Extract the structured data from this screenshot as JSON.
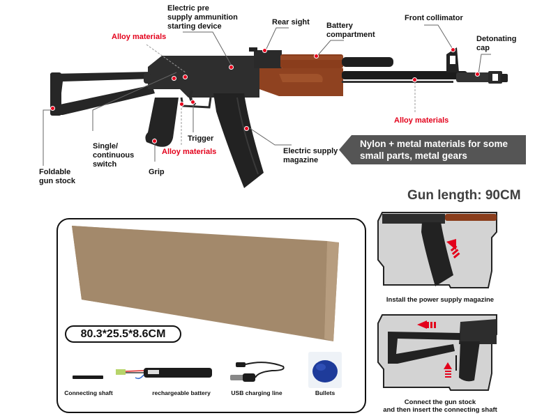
{
  "gun_diagram": {
    "labels": {
      "electric_pre_supply": [
        "Electric pre",
        "supply ammunition",
        "starting device"
      ],
      "rear_sight": "Rear sight",
      "battery_compartment": [
        "Battery",
        "compartment"
      ],
      "front_collimator": "Front collimator",
      "detonating_cap": [
        "Detonating",
        "cap"
      ],
      "alloy_materials_top": "Alloy materials",
      "alloy_materials_barrel": "Alloy materials",
      "alloy_materials_trigger": "Alloy materials",
      "trigger": "Trigger",
      "single_continuous_switch": [
        "Single/",
        "continuous",
        "switch"
      ],
      "foldable_gun_stock": [
        "Foldable",
        "gun stock"
      ],
      "grip": "Grip",
      "electric_supply_magazine": [
        "Electric supply",
        "magazine"
      ]
    },
    "colors": {
      "label_text": "#111111",
      "alloy_text": "#e3001b",
      "marker_dot": "#e8001c",
      "gun_metal": "#2b2b2b",
      "wood": "#8a3d1c"
    }
  },
  "banner": {
    "line1": "Nylon + metal materials for some",
    "line2": "small parts, metal gears",
    "color": "#555555"
  },
  "gun_length": "Gun length: 90CM",
  "package": {
    "dimensions": "80.3*25.5*8.6CM",
    "accessories": [
      {
        "label": "Connecting shaft",
        "icon": "connecting-shaft-icon"
      },
      {
        "label": "rechargeable battery",
        "icon": "battery-icon"
      },
      {
        "label": "USB charging line",
        "icon": "usb-cable-icon"
      },
      {
        "label": "Bullets",
        "icon": "gel-bullets-icon"
      }
    ],
    "box_color": "#a58c6f"
  },
  "steps": [
    {
      "caption": "Install the power supply magazine"
    },
    {
      "caption_line1": "Connect the gun stock",
      "caption_line2": "and then insert the connecting shaft"
    }
  ]
}
